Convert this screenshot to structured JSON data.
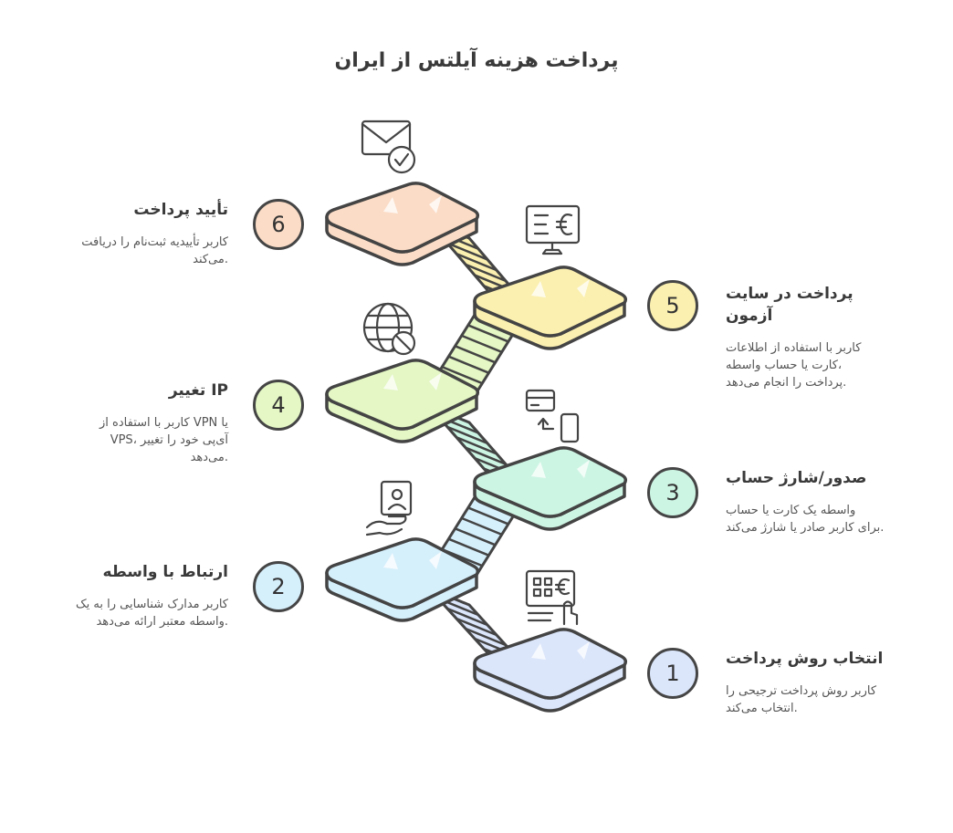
{
  "title": "پرداخت هزینه آیلتس از ایران",
  "colors": {
    "outline": "#444444",
    "step1": "#dbe6fb",
    "step2": "#d5effb",
    "step3": "#cdf5e4",
    "step4": "#e4f7c4",
    "step5": "#fbf0b0",
    "step6": "#fbdcc6"
  },
  "steps": [
    {
      "number": "1",
      "title": "انتخاب روش پرداخت",
      "desc_lines": [
        "کاربر روش پرداخت ترجیحی را",
        ".انتخاب می‌کند"
      ],
      "icon": "payment-terminal-icon"
    },
    {
      "number": "2",
      "title": "ارتباط با واسطه",
      "desc_lines": [
        "کاربر مدارک شناسایی را به یک",
        ".واسطه معتبر ارائه می‌دهد"
      ],
      "icon": "id-card-hand-icon"
    },
    {
      "number": "3",
      "title": "صدور/شارژ حساب",
      "desc_lines": [
        "واسطه یک کارت یا حساب",
        ".برای کاربر صادر یا شارژ می‌کند"
      ],
      "icon": "card-to-phone-icon"
    },
    {
      "number": "4",
      "title": "IP تغییر",
      "desc_lines": [
        "یا VPN کاربر با استفاده از",
        "آی‌پی خود را تغییر ،VPS",
        ".می‌دهد"
      ],
      "icon": "globe-blocked-icon"
    },
    {
      "number": "5",
      "title_lines": [
        "پرداخت در سایت",
        "آزمون"
      ],
      "desc_lines": [
        "کاربر با استفاده از اطلاعات",
        "،کارت یا حساب واسطه",
        ".پرداخت را انجام می‌دهد"
      ],
      "icon": "euro-monitor-icon"
    },
    {
      "number": "6",
      "title": "تأیید پرداخت",
      "desc_lines": [
        "کاربر تأییدیه ثبت‌نام را دریافت",
        ".می‌کند"
      ],
      "icon": "mail-check-icon"
    }
  ]
}
